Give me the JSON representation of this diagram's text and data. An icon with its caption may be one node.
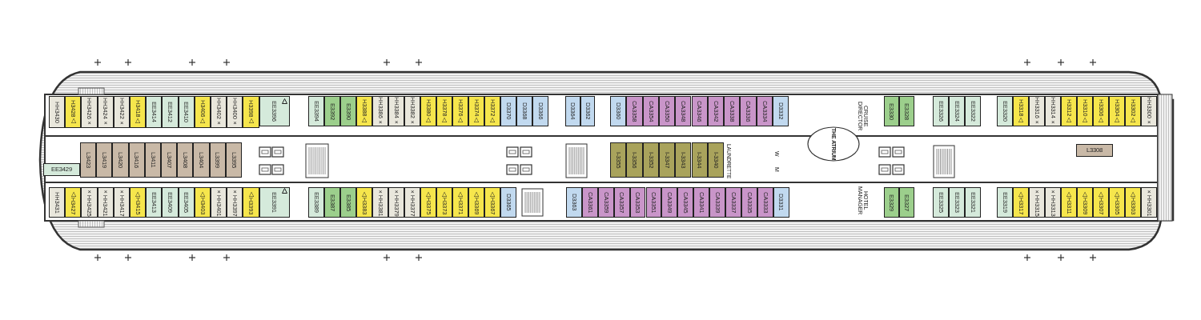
{
  "diagram": {
    "nodes": [
      {
        "text": [
          "HH3430"
        ]
      },
      {
        "text": [
          "H3428△"
        ]
      },
      {
        "text": [
          "HH3426×"
        ]
      },
      {
        "text": [
          "HH3424×"
        ]
      },
      {
        "text": [
          "HH3422×"
        ]
      },
      {
        "text": [
          "H3418△"
        ]
      },
      {
        "text": [
          "EE3414"
        ]
      },
      {
        "text": [
          "EE3412"
        ]
      },
      {
        "text": [
          "EE3410"
        ]
      },
      {
        "text": [
          "H3406△"
        ]
      },
      {
        "text": [
          "HH3402×"
        ]
      },
      {
        "text": [
          "HH3400×"
        ]
      },
      {
        "text": [
          "H3398△"
        ]
      },
      {
        "text": [
          "EE3396"
        ]
      },
      {
        "text": [
          "EE3394"
        ]
      },
      {
        "text": [
          "E3392"
        ]
      },
      {
        "text": [
          "E3390"
        ]
      },
      {
        "text": [
          "H3388△"
        ]
      },
      {
        "text": [
          "HH3386×"
        ]
      },
      {
        "text": [
          "HH3384×"
        ]
      },
      {
        "text": [
          "HH3382×"
        ]
      },
      {
        "text": [
          "H3380△"
        ]
      },
      {
        "text": [
          "H3378△"
        ]
      },
      {
        "text": [
          "H3376△"
        ]
      },
      {
        "text": [
          "H3374△"
        ]
      },
      {
        "text": [
          "H3372△"
        ]
      },
      {
        "text": [
          "D3370"
        ]
      },
      {
        "text": [
          "D3368"
        ]
      },
      {
        "text": [
          "D3366"
        ]
      },
      {
        "text": [
          "D3364"
        ]
      },
      {
        "text": [
          "D3362"
        ]
      },
      {
        "text": [
          "D3360"
        ]
      },
      {
        "text": [
          "CA3358"
        ]
      },
      {
        "text": [
          "CA3354"
        ]
      },
      {
        "text": [
          "CA3350"
        ]
      },
      {
        "text": [
          "CA3348"
        ]
      },
      {
        "text": [
          "CA3346"
        ]
      },
      {
        "text": [
          "CA3342"
        ]
      },
      {
        "text": [
          "CA3338"
        ]
      },
      {
        "text": [
          "CA3336"
        ]
      },
      {
        "text": [
          "CA3334"
        ]
      },
      {
        "text": [
          "D3332"
        ]
      },
      {
        "text": [
          "E3330"
        ]
      },
      {
        "text": [
          "E3328"
        ]
      },
      {
        "text": [
          "EE3326"
        ]
      },
      {
        "text": [
          "EE3324"
        ]
      },
      {
        "text": [
          "EE3322"
        ]
      },
      {
        "text": [
          "EE3320"
        ]
      },
      {
        "text": [
          "H3318△"
        ]
      },
      {
        "text": [
          "HH3316×"
        ]
      },
      {
        "text": [
          "HH3314×"
        ]
      },
      {
        "text": [
          "H3312△"
        ]
      },
      {
        "text": [
          "H3310△"
        ]
      },
      {
        "text": [
          "H3306△"
        ]
      },
      {
        "text": [
          "H3304△"
        ]
      },
      {
        "text": [
          "H3302△"
        ]
      },
      {
        "text": [
          "HH3300×"
        ]
      },
      {
        "text": [
          "EE3429"
        ]
      },
      {
        "text": [
          "L3423"
        ]
      },
      {
        "text": [
          "L3419"
        ]
      },
      {
        "text": [
          "L3420"
        ]
      },
      {
        "text": [
          "L3416"
        ]
      },
      {
        "text": [
          "L3411"
        ]
      },
      {
        "text": [
          "L3407"
        ]
      },
      {
        "text": [
          "L3408"
        ]
      },
      {
        "text": [
          "L3404"
        ]
      },
      {
        "text": [
          "L3399"
        ]
      },
      {
        "text": [
          "L3395"
        ]
      },
      {
        "text": [
          "I-3355"
        ]
      },
      {
        "text": [
          "I-3356"
        ]
      },
      {
        "text": [
          "I-3352"
        ]
      },
      {
        "text": [
          "I-3347"
        ]
      },
      {
        "text": [
          "I-3343"
        ]
      },
      {
        "text": [
          "I-3344"
        ]
      },
      {
        "text": [
          "I-3340"
        ]
      },
      {
        "text": [
          "THE ATRIUM"
        ]
      },
      {
        "text": [
          "L3308"
        ]
      },
      {
        "text": [
          "HH3431"
        ]
      },
      {
        "text": [
          "△H3427"
        ]
      },
      {
        "text": [
          "×HH3425"
        ]
      },
      {
        "text": [
          "×HH3421"
        ]
      },
      {
        "text": [
          "×HH3417"
        ]
      },
      {
        "text": [
          "△H3415"
        ]
      },
      {
        "text": [
          "EE3413"
        ]
      },
      {
        "text": [
          "EE3409"
        ]
      },
      {
        "text": [
          "EE3405"
        ]
      },
      {
        "text": [
          "△H3403"
        ]
      },
      {
        "text": [
          "×HH3401"
        ]
      },
      {
        "text": [
          "×HH3397"
        ]
      },
      {
        "text": [
          "△H3393"
        ]
      },
      {
        "text": [
          "EE3391"
        ]
      },
      {
        "text": [
          "EE3389"
        ]
      },
      {
        "text": [
          "E3387"
        ]
      },
      {
        "text": [
          "E3385"
        ]
      },
      {
        "text": [
          "△H3383"
        ]
      },
      {
        "text": [
          "×HH3381"
        ]
      },
      {
        "text": [
          "×HH3379"
        ]
      },
      {
        "text": [
          "×HH3377"
        ]
      },
      {
        "text": [
          "△H3375"
        ]
      },
      {
        "text": [
          "△H3373"
        ]
      },
      {
        "text": [
          "△H3371"
        ]
      },
      {
        "text": [
          "△H3369"
        ]
      },
      {
        "text": [
          "△H3367"
        ]
      },
      {
        "text": [
          "D3365"
        ]
      },
      {
        "text": [
          "D3363"
        ]
      },
      {
        "text": [
          "CA3361"
        ]
      },
      {
        "text": [
          "CA3359"
        ]
      },
      {
        "text": [
          "CA3357"
        ]
      },
      {
        "text": [
          "CA3353"
        ]
      },
      {
        "text": [
          "CA3351"
        ]
      },
      {
        "text": [
          "CA3349"
        ]
      },
      {
        "text": [
          "CA3345"
        ]
      },
      {
        "text": [
          "CA3341"
        ]
      },
      {
        "text": [
          "CA3339"
        ]
      },
      {
        "text": [
          "CA3337"
        ]
      },
      {
        "text": [
          "CA3335"
        ]
      },
      {
        "text": [
          "CA3333"
        ]
      },
      {
        "text": [
          "D3331"
        ]
      },
      {
        "text": [
          "E3329"
        ]
      },
      {
        "text": [
          "E3327"
        ]
      },
      {
        "text": [
          "EE3325"
        ]
      },
      {
        "text": [
          "EE3323"
        ]
      },
      {
        "text": [
          "EE3321"
        ]
      },
      {
        "text": [
          "EE3319"
        ]
      },
      {
        "text": [
          "△H3317"
        ]
      },
      {
        "text": [
          "×HH3315"
        ]
      },
      {
        "text": [
          "×HH3313"
        ]
      },
      {
        "text": [
          "△H3311"
        ]
      },
      {
        "text": [
          "△H3309"
        ]
      },
      {
        "text": [
          "△H3307"
        ]
      },
      {
        "text": [
          "△H3305"
        ]
      },
      {
        "text": [
          "△H3303"
        ]
      },
      {
        "text": [
          "×HH3301"
        ]
      }
    ],
    "labels": [
      "CRUISE DIRECTOR",
      "LAUNDRETTE",
      "W",
      "M",
      "HOTEL MANAGER"
    ]
  }
}
